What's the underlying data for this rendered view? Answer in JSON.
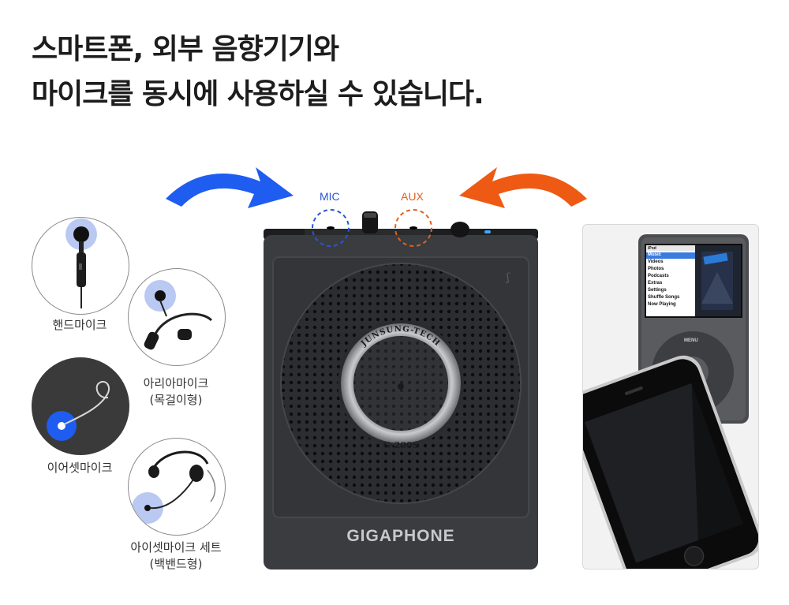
{
  "headline": {
    "line1": "스마트폰, 외부 음향기기와",
    "line2": "마이크를 동시에 사용하실 수 있습니다."
  },
  "ports": {
    "mic_label": "MIC",
    "aux_label": "AUX",
    "mic_color": "#2a55d6",
    "aux_color": "#e06020"
  },
  "accessories": [
    {
      "label": "핸드마이크"
    },
    {
      "label_line1": "아리아마이크",
      "label_line2": "(목걸이형)"
    },
    {
      "label": "이어셋마이크"
    },
    {
      "label_line1": "아이셋마이크 세트",
      "label_line2": "(백밴드형)"
    }
  ],
  "speaker": {
    "brand": "GIGAPHONE",
    "ring_top_text": "JUNSUNG-TECH",
    "model": "G-200S"
  },
  "ipod": {
    "header": "iPod",
    "menu_items": [
      "Music",
      "Videos",
      "Photos",
      "Podcasts",
      "Extras",
      "Settings",
      "Shuffle Songs",
      "Now Playing"
    ],
    "wheel_menu": "MENU"
  },
  "colors": {
    "blue_arrow": "#1f5cf0",
    "orange_arrow": "#ee5a14",
    "highlight_blue": "#b9c9f2"
  }
}
